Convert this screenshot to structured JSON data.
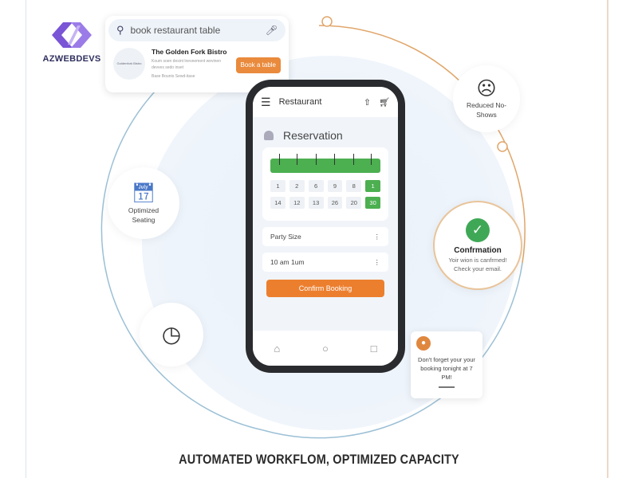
{
  "brand": {
    "name": "AZWEBDEVS",
    "color": "#7a55d6"
  },
  "search_card": {
    "query": "book restaurant table",
    "restaurant_name": "The Golden Fork Bistro",
    "restaurant_desc": "Koum soen desint lneveement wevinen devves sedo inset",
    "restaurant_meta": "Base Bounts Sewd-itase",
    "logo_text": "Goldenfork Bistro",
    "book_label": "Book a table",
    "icons": {
      "search": "search-icon",
      "mic": "microphone-icon"
    }
  },
  "phone": {
    "header_title": "Restaurant",
    "section_title": "Reservation",
    "calendar": {
      "row1": [
        {
          "d": "1"
        },
        {
          "d": "2"
        },
        {
          "d": "6"
        },
        {
          "d": "9"
        },
        {
          "d": "8"
        },
        {
          "d": "1",
          "selected": true
        }
      ],
      "row2": [
        {
          "d": "14"
        },
        {
          "d": "12"
        },
        {
          "d": "13"
        },
        {
          "d": "26"
        },
        {
          "d": "20"
        },
        {
          "d": "30",
          "selected": true
        }
      ]
    },
    "party_size_label": "Party Size",
    "time_value": "10 am 1um",
    "confirm_label": "Confirm Booking"
  },
  "features": {
    "no_shows": "Reduced No-Shows",
    "seating": "Optimized Seating",
    "confirmation_title": "Confrmation",
    "confirmation_text": "Yoir wion is canfrmed! Check your email.",
    "reminder": "Don't forget your your booking tonight at 7 PM!"
  },
  "footer_title": "AUTOMATED WORKFLOM, OPTIMIZED CAPACITY",
  "colors": {
    "accent_orange": "#ec7f2e",
    "green": "#4caf50",
    "ring_blue": "#9cc0d6",
    "ring_orange": "#e0a66a"
  }
}
